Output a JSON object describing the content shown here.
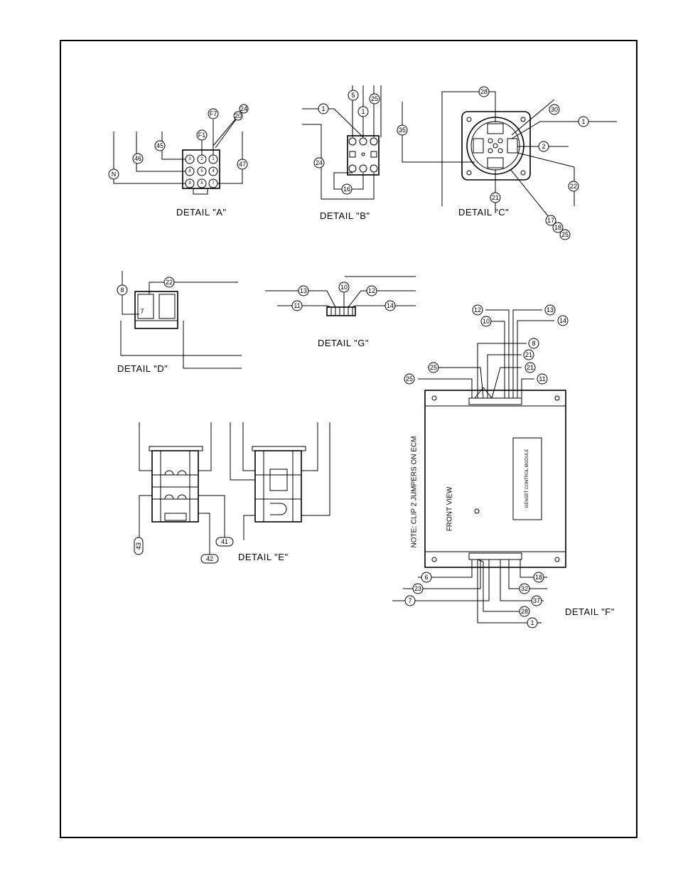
{
  "details": {
    "a": {
      "title": "DETAIL \"A\"",
      "callouts": [
        "24",
        "20",
        "F7",
        "F1",
        "45",
        "46",
        "47",
        "N"
      ],
      "pins": [
        "3",
        "2",
        "1",
        "6",
        "5",
        "4",
        "9",
        "8",
        "7"
      ]
    },
    "b": {
      "title": "DETAIL \"B\"",
      "callouts": [
        "5",
        "25",
        "1",
        "1",
        "24",
        "16"
      ]
    },
    "c": {
      "title": "DETAIL \"C\"",
      "callouts": [
        "28",
        "30",
        "1",
        "35",
        "2",
        "22",
        "21",
        "17",
        "18",
        "25"
      ]
    },
    "d": {
      "title": "DETAIL \"D\"",
      "callouts": [
        "8",
        "22"
      ],
      "pin_label": "7"
    },
    "g": {
      "title": "DETAIL \"G\"",
      "callouts": [
        "10",
        "13",
        "12",
        "11",
        "14"
      ]
    },
    "e": {
      "title": "DETAIL \"E\"",
      "callouts": [
        "43",
        "41",
        "42"
      ]
    },
    "f": {
      "title": "DETAIL \"F\"",
      "callouts_top": [
        "12",
        "13",
        "10",
        "14",
        "8",
        "21",
        "25",
        "21",
        "25",
        "11"
      ],
      "callouts_bottom": [
        "6",
        "18",
        "23",
        "32",
        "7",
        "37",
        "28",
        "1"
      ],
      "front_view": "FRONT VIEW",
      "module_label": "GENSET CONTROL MODULE",
      "note": "NOTE: CLIP 2 JUMPERS ON ECM"
    }
  }
}
